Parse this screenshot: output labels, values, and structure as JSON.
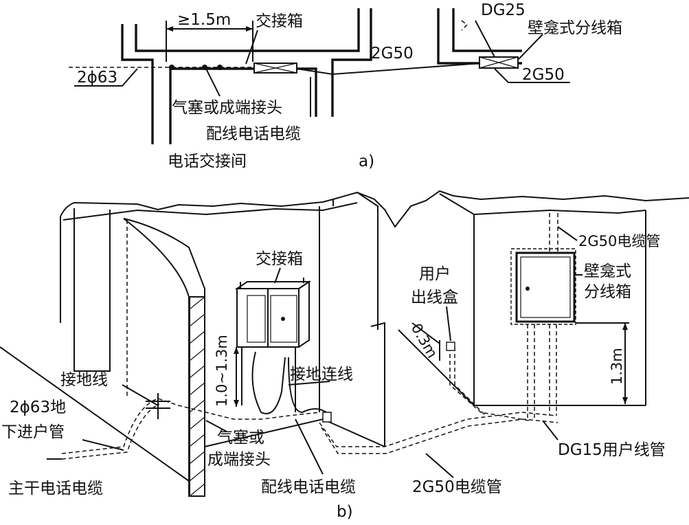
{
  "diagram_a": {
    "sub_label": "a)",
    "dim_spacing": "≥1.5m",
    "cross_box": "交接箱",
    "conduit_in": "2ϕ63",
    "conduit_out_1": "2G50",
    "conduit_dg": "DG25",
    "wall_box": "壁龛式分线箱",
    "conduit_out_2": "2G50",
    "plug": "气塞或成端接头",
    "dist_cable": "配线电话电缆",
    "room": "电话交接间"
  },
  "diagram_b": {
    "sub_label": "b)",
    "cross_box": "交接箱",
    "outlet_line1": "用户",
    "outlet_line2": "出线盒",
    "conduit_top": "2G50电缆管",
    "wall_box_line1": "壁龛式",
    "wall_box_line2": "分线箱",
    "dim_03": "0.3m",
    "dim_13": "1.3m",
    "dim_range": "1.0~1.3m",
    "ground_wire": "接地线",
    "ground_link": "接地连线",
    "entry_line1": "2ϕ63地",
    "entry_line2": "下进户管",
    "plug_line1": "气塞或",
    "plug_line2": "成端接头",
    "main_cable": "主干电话电缆",
    "dist_cable": "配线电话电缆",
    "conduit_bottom": "2G50电缆管",
    "user_conduit": "DG15用户线管"
  }
}
